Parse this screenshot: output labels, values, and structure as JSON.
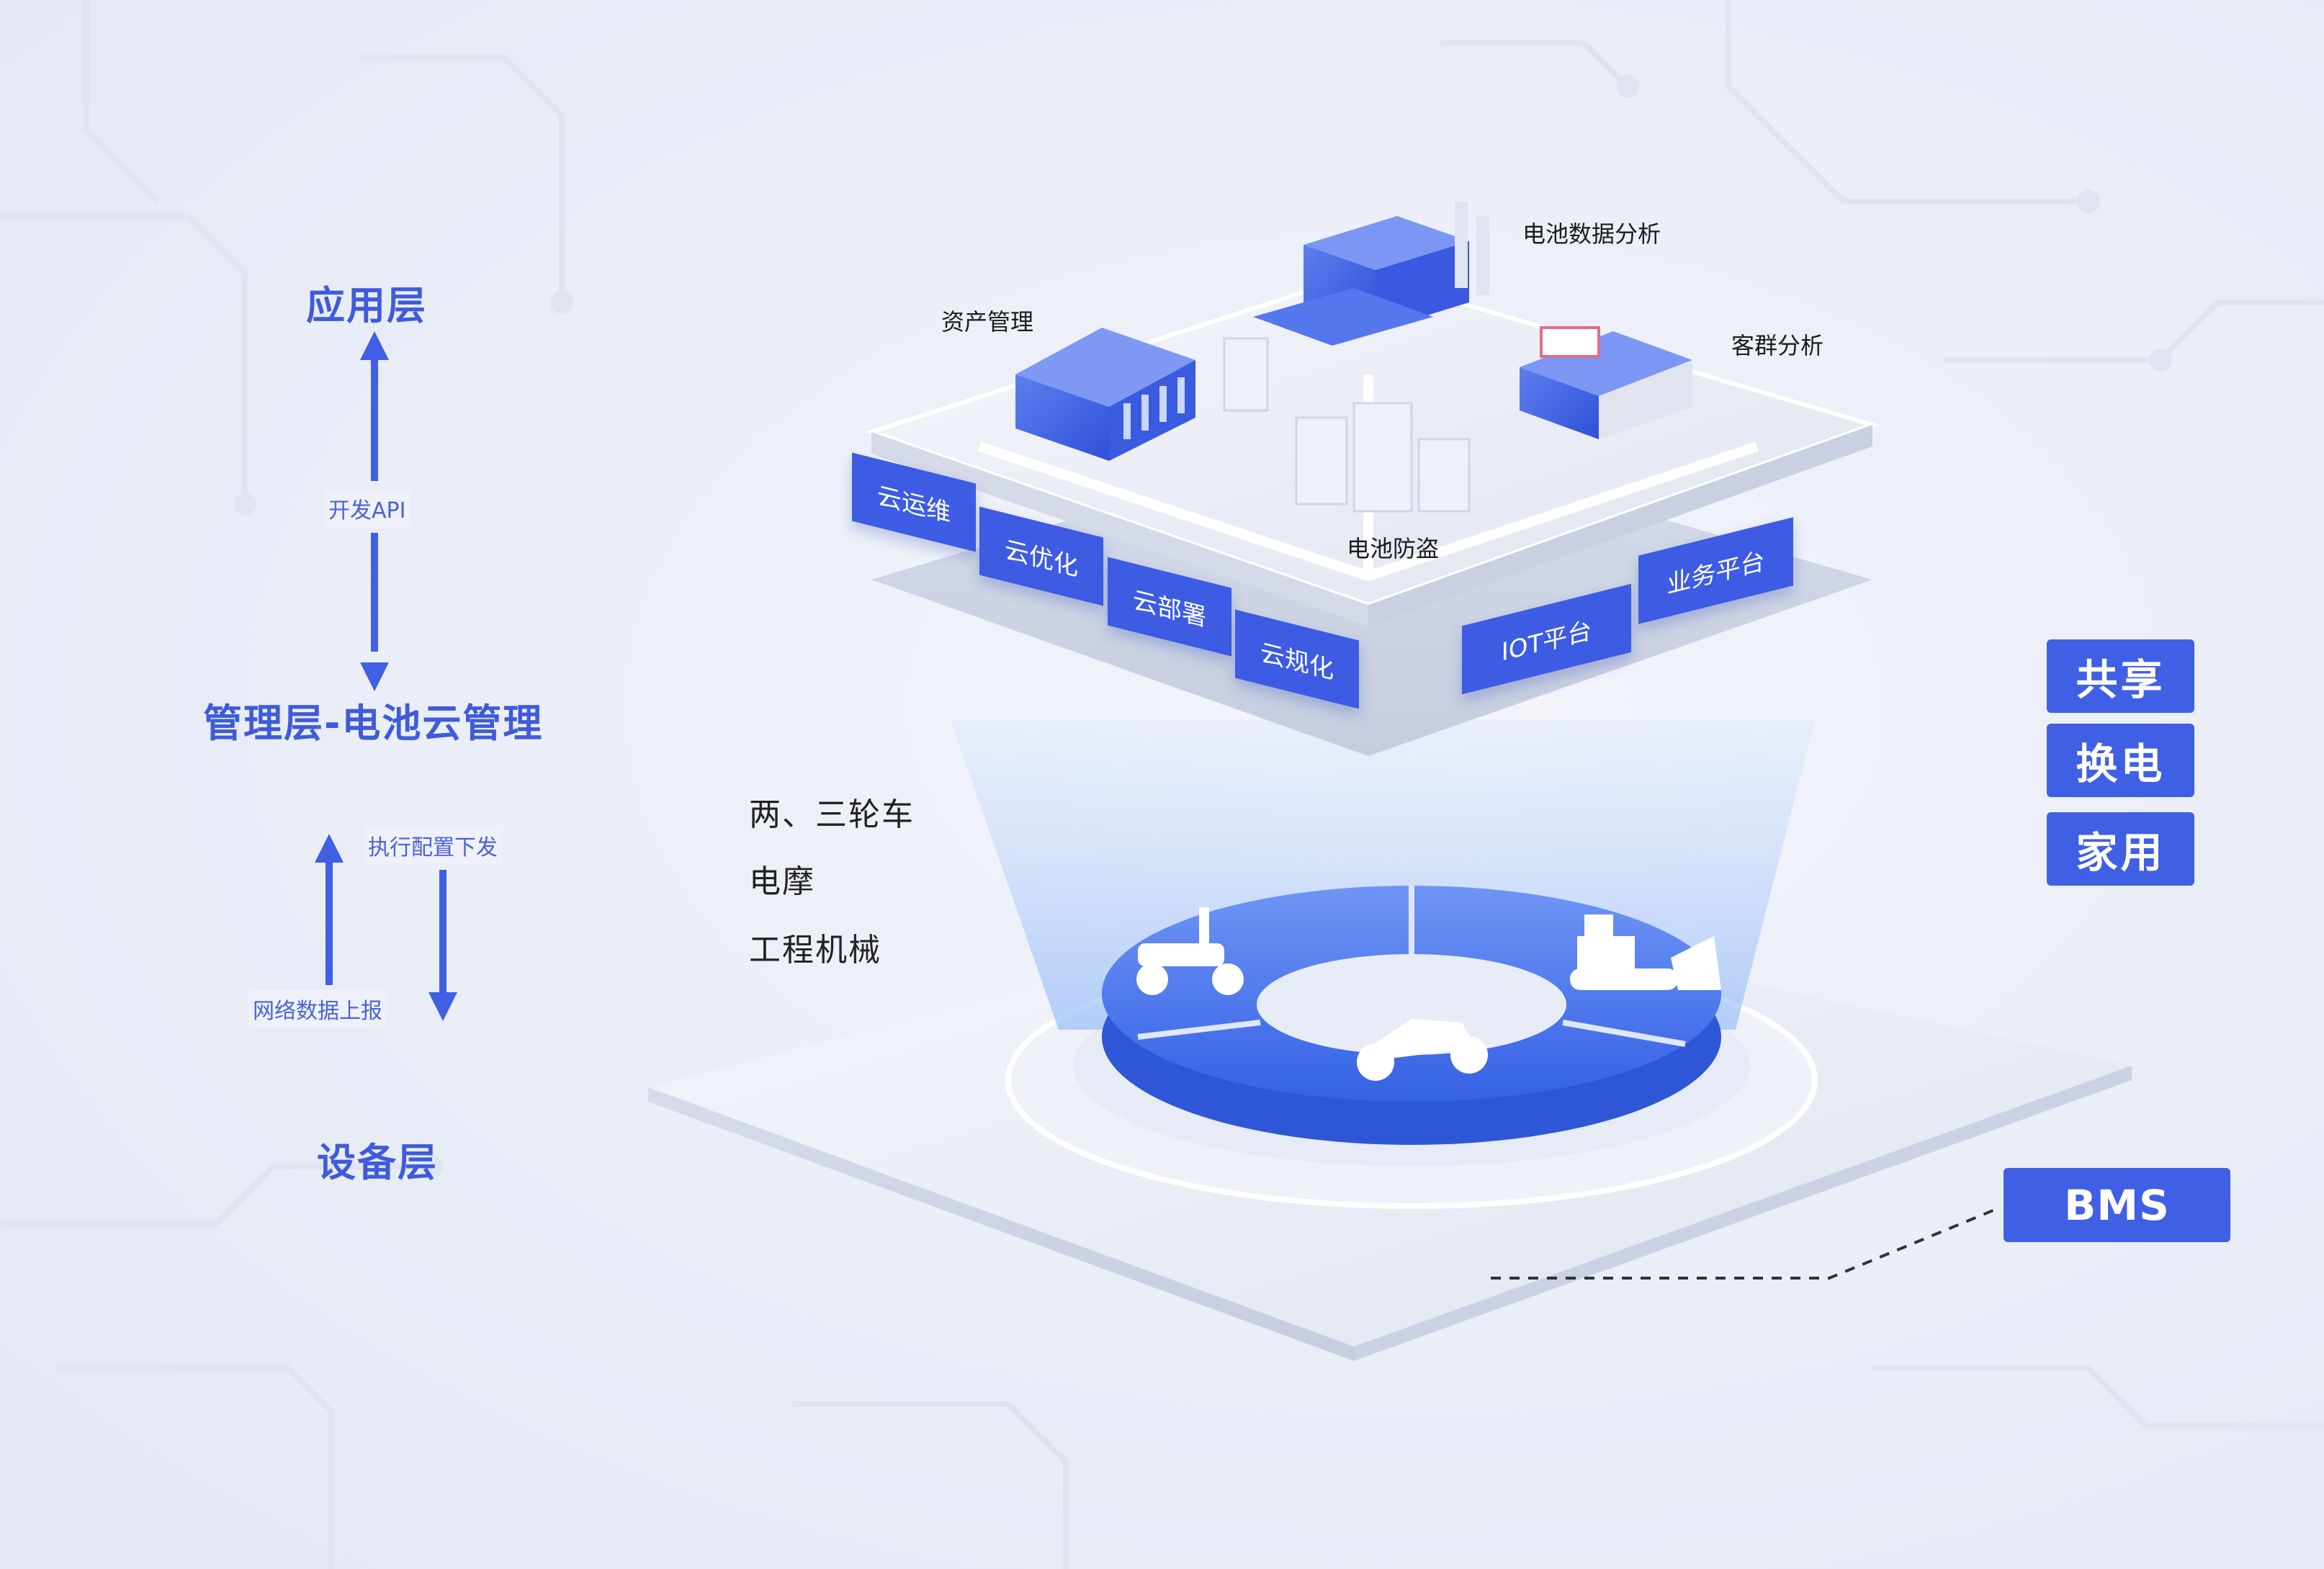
{
  "left_axis": {
    "app_layer": "应用层",
    "dev_api": "开发API",
    "mgmt_layer": "管理层-电池云管理",
    "exec_config": "执行配置下发",
    "net_report": "网络数据上报",
    "device_layer": "设备层"
  },
  "top_platform": {
    "buildings": {
      "asset": "资产管理",
      "battery_analysis": "电池数据分析",
      "customer": "客群分析",
      "anti_theft": "电池防盗"
    },
    "tiles": [
      "云运维",
      "云优化",
      "云部署",
      "云规化",
      "IOT平台",
      "业务平台"
    ]
  },
  "device_platform": {
    "categories": [
      "两、三轮车",
      "电摩",
      "工程机械"
    ]
  },
  "right_badges": [
    "共享",
    "换电",
    "家用"
  ],
  "bms": "BMS",
  "colors": {
    "accent": "#3f5fe4",
    "label_blue": "#3f5bdc",
    "ring_blue": "#4a78ef"
  },
  "icons": [
    "scooter-icon",
    "motorcycle-icon",
    "bulldozer-icon"
  ]
}
